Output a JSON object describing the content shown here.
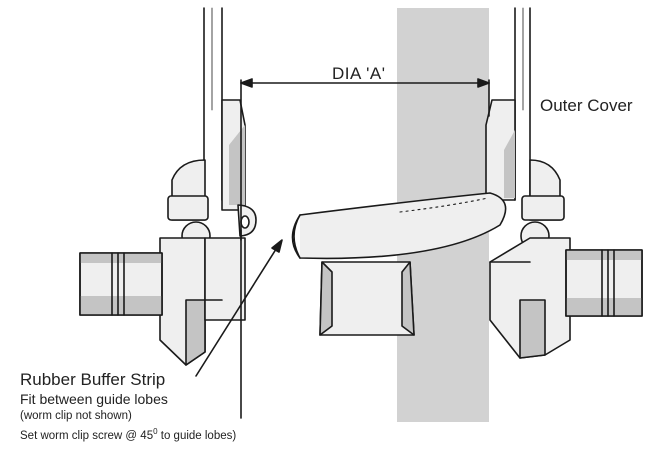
{
  "colors": {
    "line": "#1a1a1a",
    "shaft_fill": "#d2d2d2",
    "part_fill": "#efefef",
    "shade_fill": "#c4c4c4",
    "background": "#ffffff"
  },
  "labels": {
    "dimension": "DIA  'A'",
    "outer_cover": "Outer Cover",
    "rubber_buffer": "Rubber Buffer Strip",
    "fit_between": "Fit between guide lobes",
    "worm_clip_note": "(worm clip not shown)",
    "set_screw_prefix": "Set worm clip screw @ 45",
    "set_screw_superscript": "0",
    "set_screw_suffix": " to guide lobes)"
  }
}
